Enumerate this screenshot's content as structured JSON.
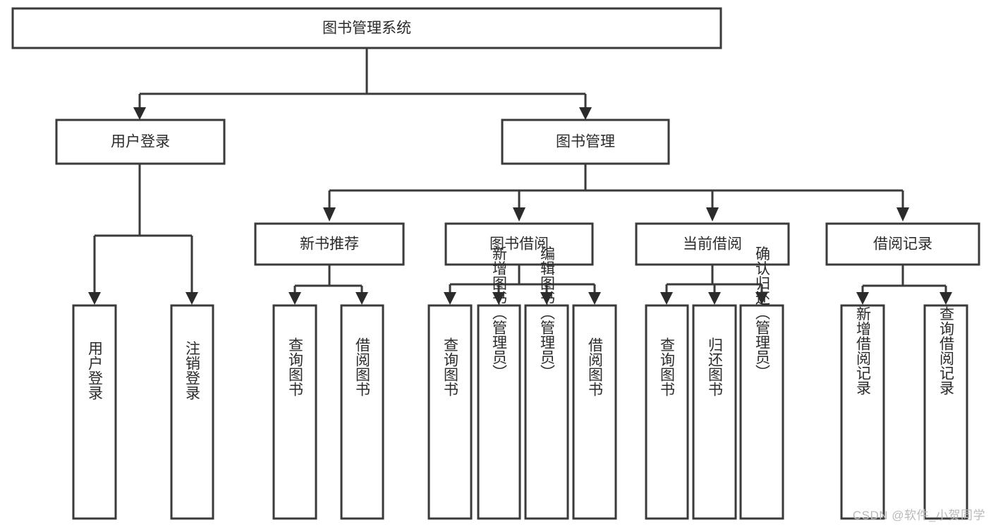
{
  "diagram": {
    "type": "tree-hierarchy-chart",
    "title": "图书管理系统",
    "orientation": "top-down",
    "colors": {
      "box_fill": "#ffffff",
      "box_stroke": "#3a3a3a",
      "text": "#2b2b2b",
      "connector": "#3a3a3a",
      "watermark": "#b9b9b9",
      "background": "#ffffff"
    },
    "root": {
      "label": "图书管理系统"
    },
    "level2": [
      {
        "label": "用户登录"
      },
      {
        "label": "图书管理"
      }
    ],
    "level3": [
      {
        "label": "新书推荐"
      },
      {
        "label": "图书借阅"
      },
      {
        "label": "当前借阅"
      },
      {
        "label": "借阅记录"
      }
    ],
    "leaves": {
      "user_login": [
        {
          "label": "用户登录"
        },
        {
          "label": "注销登录"
        }
      ],
      "new_book_recommend": [
        {
          "label": "查询图书"
        },
        {
          "label": "借阅图书"
        }
      ],
      "book_borrow": [
        {
          "label": "查询图书"
        },
        {
          "label": "新增图书（管理员）"
        },
        {
          "label": "编辑图书（管理员）"
        },
        {
          "label": "借阅图书"
        }
      ],
      "current_borrow": [
        {
          "label": "查询图书"
        },
        {
          "label": "归还图书"
        },
        {
          "label": "确认归还（管理员）"
        }
      ],
      "borrow_record": [
        {
          "label": "新增借阅记录"
        },
        {
          "label": "查询借阅记录"
        }
      ]
    }
  },
  "watermark": {
    "text": "CSDN @软件_小贺同学"
  }
}
